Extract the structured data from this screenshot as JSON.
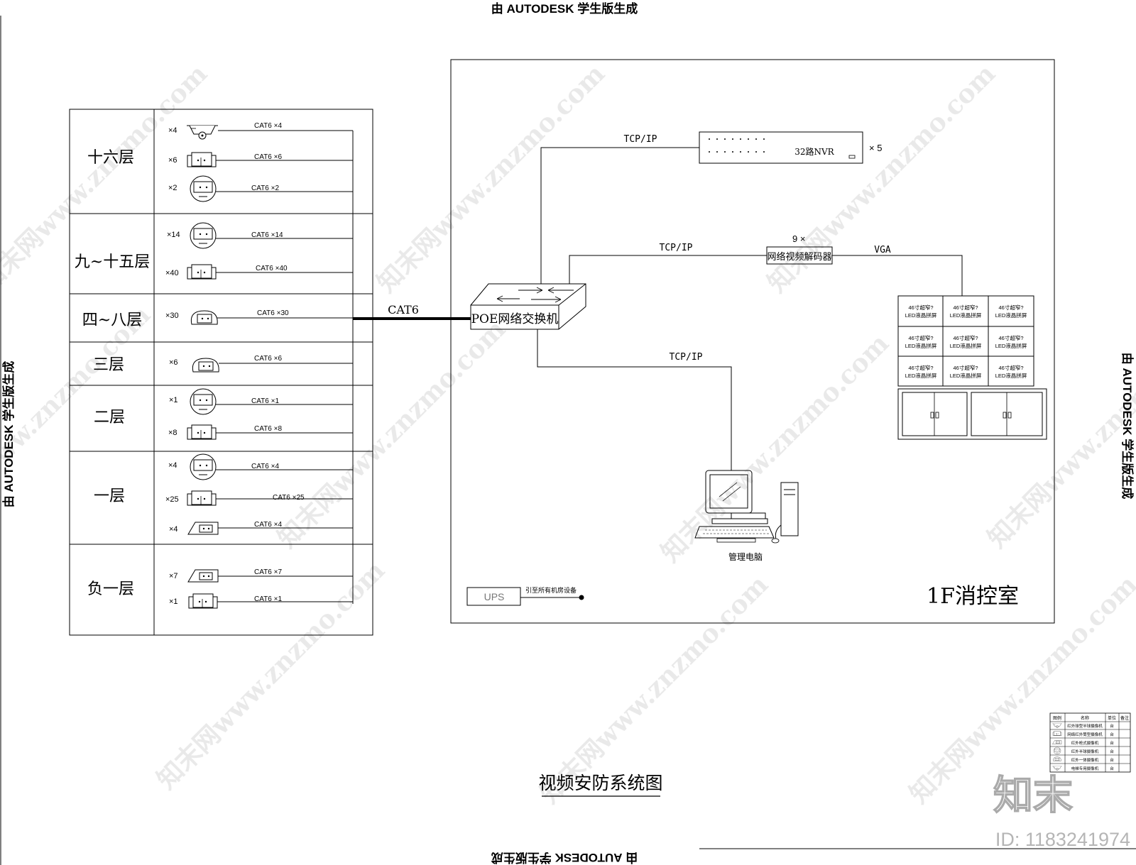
{
  "watermark": {
    "autodesk": "由 AUTODESK 学生版生成",
    "site": "知末网www.znzmo.com",
    "brand": "知末",
    "id_label": "ID: 1183241974"
  },
  "title": "视频安防系统图",
  "floors": [
    {
      "name": "十六层",
      "rows": [
        {
          "icon": "dome-camera-icon",
          "count": "×4",
          "cable": "CAT6 ×4"
        },
        {
          "icon": "box-camera-icon",
          "count": "×6",
          "cable": "CAT6 ×6"
        },
        {
          "icon": "round-camera-icon",
          "count": "×2",
          "cable": "CAT6  ×2"
        }
      ]
    },
    {
      "name": "九~十五层",
      "rows": [
        {
          "icon": "round-camera-icon",
          "count": "×14",
          "cable": "CAT6  ×14"
        },
        {
          "icon": "box-camera-icon",
          "count": "×40",
          "cable": "CAT6 ×40"
        }
      ]
    },
    {
      "name": "四~八层",
      "rows": [
        {
          "icon": "round-box-camera-icon",
          "count": "×30",
          "cable": "CAT6 ×30"
        }
      ]
    },
    {
      "name": "三层",
      "rows": [
        {
          "icon": "round-box-camera-icon",
          "count": "×6",
          "cable": "CAT6 ×6"
        }
      ]
    },
    {
      "name": "二层",
      "rows": [
        {
          "icon": "round-camera-icon",
          "count": "×1",
          "cable": "CAT6  ×1"
        },
        {
          "icon": "box-camera-icon",
          "count": "×8",
          "cable": "CAT6 ×8"
        }
      ]
    },
    {
      "name": "一层",
      "rows": [
        {
          "icon": "round-camera-icon",
          "count": "×4",
          "cable": "CAT6  ×4"
        },
        {
          "icon": "box-camera-icon",
          "count": "×25",
          "cable": "CAT6  ×25"
        },
        {
          "icon": "wedge-camera-icon",
          "count": "×4",
          "cable": "CAT6 ×4"
        }
      ]
    },
    {
      "name": "负一层",
      "rows": [
        {
          "icon": "wedge-camera-icon",
          "count": "×7",
          "cable": "CAT6 ×7"
        },
        {
          "icon": "box-camera-icon",
          "count": "×1",
          "cable": "CAT6 ×1"
        }
      ]
    }
  ],
  "trunk_label": "CAT6",
  "control_room": {
    "name": "1F消控室",
    "switch": "POE网络交换机",
    "nvr": "32路NVR",
    "nvr_count": "× 5",
    "tcp1": "TCP/IP",
    "tcp2": "TCP/IP",
    "tcp3": "TCP/IP",
    "decoder": "网络视频解码器",
    "decoder_count": "9 ×",
    "vga": "VGA",
    "screen_line1": "46寸超窄?",
    "screen_line2": "LED液晶拼屏",
    "pc": "管理电脑",
    "ups": "UPS",
    "ups_note": "引至所有机房设备"
  },
  "legend": {
    "headers": [
      "图例",
      "名称",
      "单位",
      "备注"
    ],
    "rows": [
      {
        "icon": "dome-camera-icon",
        "name": "红外球型半球摄像机",
        "unit": "台",
        "note": ""
      },
      {
        "icon": "box-camera-icon",
        "name": "网络红外筒型摄像机",
        "unit": "台",
        "note": ""
      },
      {
        "icon": "wedge-camera-icon",
        "name": "红外枪式摄像机",
        "unit": "台",
        "note": ""
      },
      {
        "icon": "round-camera-icon",
        "name": "红外半球摄像机",
        "unit": "台",
        "note": ""
      },
      {
        "icon": "round-box-camera-icon",
        "name": "红外一体摄像机",
        "unit": "台",
        "note": ""
      },
      {
        "icon": "dome-camera-icon",
        "name": "电梯专用摄像机",
        "unit": "台",
        "note": ""
      }
    ]
  }
}
